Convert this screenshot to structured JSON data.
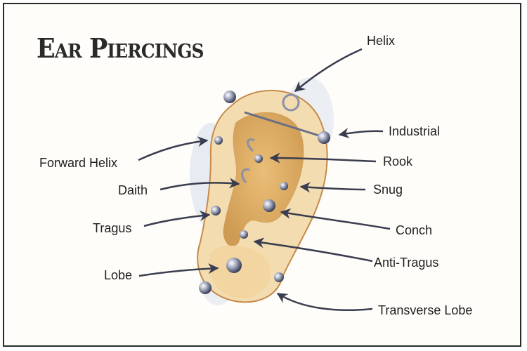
{
  "title": "Ear Piercings",
  "labels": {
    "helix": "Helix",
    "industrial": "Industrial",
    "forward_helix": "Forward Helix",
    "rook": "Rook",
    "daith": "Daith",
    "snug": "Snug",
    "tragus": "Tragus",
    "conch": "Conch",
    "anti_tragus": "Anti-Tragus",
    "lobe": "Lobe",
    "transverse_lobe": "Transverse Lobe"
  },
  "colors": {
    "ear_skin": "#f3ddb0",
    "ear_shadow": "#d9a760",
    "arrow": "#3a3d4f",
    "jewelry": "#8a90a8",
    "watercolor_blue": "#dbe4ef"
  }
}
